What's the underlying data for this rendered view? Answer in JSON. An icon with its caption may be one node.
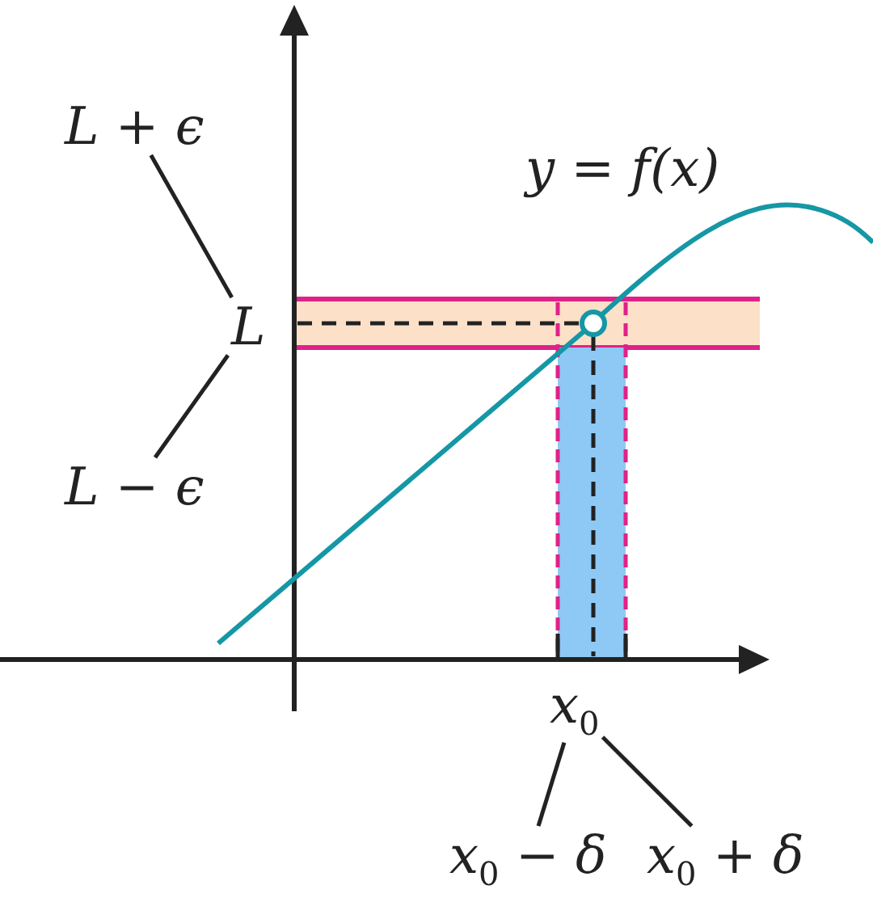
{
  "diagram": {
    "nodes": [
      {
        "text": [
          "L + ϵ"
        ]
      },
      {
        "text": [
          "L − ϵ"
        ]
      },
      {
        "text": [
          "x$_{0}$ − δ"
        ]
      },
      {
        "text": [
          "x$_{0}$ + δ"
        ]
      },
      {
        "text": [
          "L"
        ]
      },
      {
        "text": [
          "x$_{0}$"
        ]
      }
    ],
    "edges": [
      {
        "from": 0,
        "to": 4,
        "arrow": "none"
      },
      {
        "from": 1,
        "to": 4,
        "arrow": "none"
      },
      {
        "from": 2,
        "to": 5,
        "arrow": "none"
      },
      {
        "from": 3,
        "to": 5,
        "arrow": "none"
      }
    ],
    "labels": [
      "y = f(x)"
    ]
  }
}
